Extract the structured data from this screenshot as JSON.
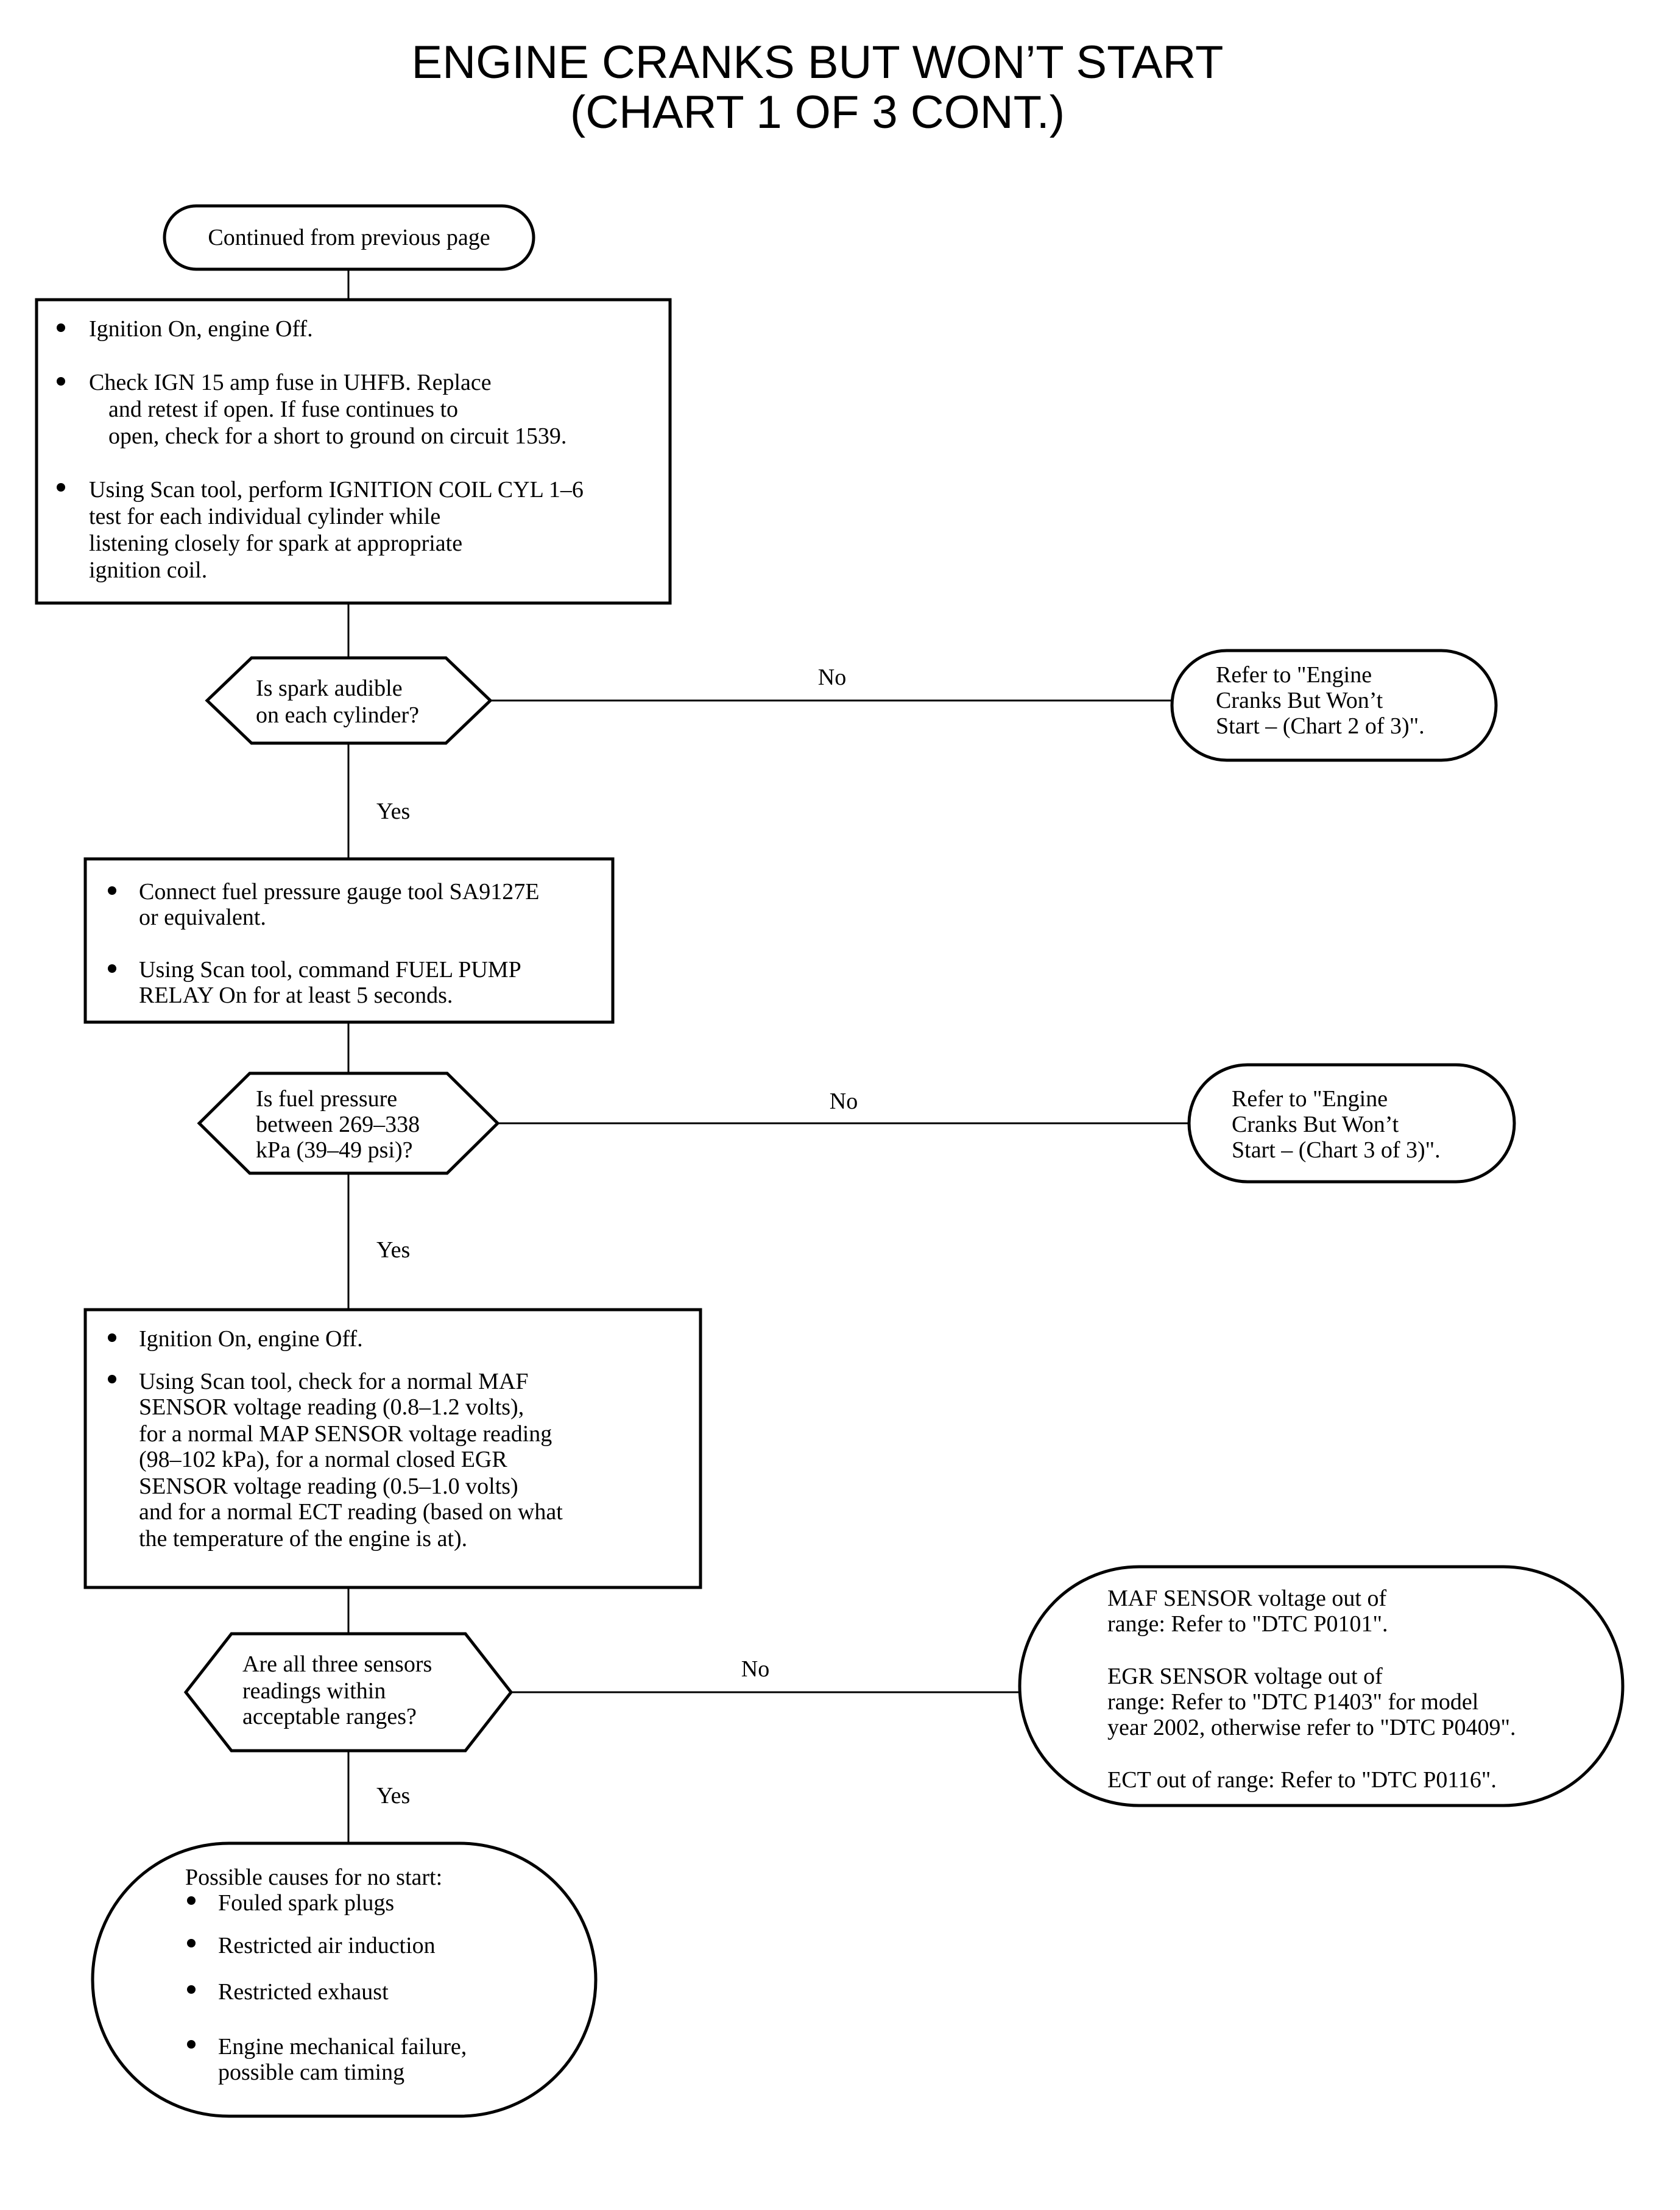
{
  "title": {
    "line1": "ENGINE CRANKS BUT WON’T START",
    "line2": "(CHART 1 OF 3 CONT.)"
  },
  "start_terminal": "Continued from previous page",
  "step1": {
    "bullets": [
      [
        "Ignition On, engine Off."
      ],
      [
        "Check IGN 15 amp fuse in UHFB.  Replace",
        "and retest if open.  If fuse continues to",
        "open, check for a short to ground on circuit 1539."
      ],
      [
        "Using Scan tool, perform IGNITION COIL CYL 1–6",
        "test for each individual cylinder while",
        "listening closely for spark at appropriate",
        "ignition coil."
      ]
    ]
  },
  "decision1": {
    "lines": [
      "Is spark audible",
      "on each cylinder?"
    ],
    "no_label": "No",
    "yes_label": "Yes",
    "no_terminal": [
      "Refer to \"Engine",
      "Cranks But Won’t",
      "Start – (Chart 2 of 3)\"."
    ]
  },
  "step2": {
    "bullets": [
      [
        "Connect fuel pressure gauge tool SA9127E",
        "or equivalent."
      ],
      [
        "Using Scan tool, command FUEL PUMP",
        "RELAY On for at least 5 seconds."
      ]
    ]
  },
  "decision2": {
    "lines": [
      "Is fuel pressure",
      "between 269–338",
      "kPa (39–49 psi)?"
    ],
    "no_label": "No",
    "yes_label": "Yes",
    "no_terminal": [
      "Refer to \"Engine",
      "Cranks But Won’t",
      "Start – (Chart 3 of 3)\"."
    ]
  },
  "step3": {
    "bullets": [
      [
        "Ignition On, engine Off."
      ],
      [
        "Using Scan tool, check for a normal MAF",
        "SENSOR voltage reading (0.8–1.2 volts),",
        "for a normal MAP SENSOR voltage reading",
        "(98–102 kPa), for a normal closed EGR",
        "SENSOR voltage reading (0.5–1.0 volts)",
        "and for a normal ECT reading (based on what",
        "the temperature of the engine is at)."
      ]
    ]
  },
  "decision3": {
    "lines": [
      "Are all three sensors",
      "readings within",
      "acceptable ranges?"
    ],
    "no_label": "No",
    "yes_label": "Yes",
    "no_terminal": [
      "MAF SENSOR voltage out of",
      "range: Refer to \"DTC P0101\".",
      "EGR SENSOR voltage out of",
      "range: Refer to \"DTC P1403\" for model",
      "year 2002, otherwise refer to \"DTC P0409\".",
      "ECT out of range: Refer to \"DTC P0116\"."
    ]
  },
  "end_terminal": {
    "heading": "Possible causes for no start:",
    "bullets": [
      [
        "Fouled spark plugs"
      ],
      [
        "Restricted air induction"
      ],
      [
        "Restricted exhaust"
      ],
      [
        "Engine mechanical failure,",
        "possible cam timing"
      ]
    ]
  }
}
